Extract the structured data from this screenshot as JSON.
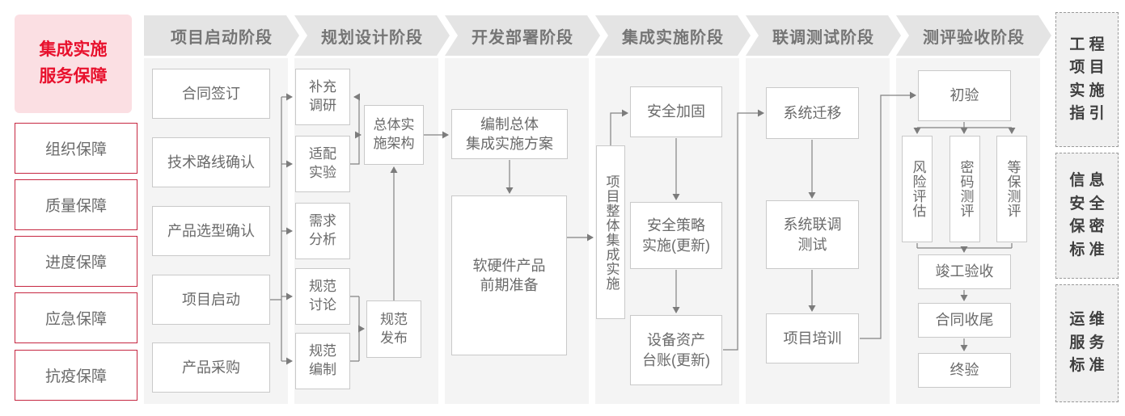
{
  "left_panel": {
    "title": "集成实施\n服务保障",
    "items": [
      {
        "label": "组织保障"
      },
      {
        "label": "质量保障"
      },
      {
        "label": "进度保障"
      },
      {
        "label": "应急保障"
      },
      {
        "label": "抗疫保障"
      }
    ]
  },
  "phases": [
    {
      "label": "项目启动阶段",
      "boxes": [
        {
          "label": "合同签订"
        },
        {
          "label": "技术路线确认"
        },
        {
          "label": "产品选型确认"
        },
        {
          "label": "项目启动"
        },
        {
          "label": "产品采购"
        }
      ]
    },
    {
      "label": "规划设计阶段",
      "boxes": [
        {
          "label": "补充\n调研"
        },
        {
          "label": "适配\n实验"
        },
        {
          "label": "需求\n分析"
        },
        {
          "label": "规范\n讨论"
        },
        {
          "label": "规范\n编制"
        },
        {
          "label": "总体实\n施架构"
        },
        {
          "label": "规范\n发布"
        }
      ]
    },
    {
      "label": "开发部署阶段",
      "boxes": [
        {
          "label": "编制总体\n集成实施方案"
        },
        {
          "label": "软硬件产品\n前期准备"
        }
      ]
    },
    {
      "label": "集成实施阶段",
      "boxes": [
        {
          "label": "项目整体集成实施"
        },
        {
          "label": "安全加固"
        },
        {
          "label": "安全策略\n实施(更新)"
        },
        {
          "label": "设备资产\n台账(更新)"
        }
      ]
    },
    {
      "label": "联调测试阶段",
      "boxes": [
        {
          "label": "系统迁移"
        },
        {
          "label": "系统联调\n测试"
        },
        {
          "label": "项目培训"
        }
      ]
    },
    {
      "label": "测评验收阶段",
      "boxes": [
        {
          "label": "初验"
        },
        {
          "label": "风险评估"
        },
        {
          "label": "密码测评"
        },
        {
          "label": "等保测评"
        },
        {
          "label": "竣工验收"
        },
        {
          "label": "合同收尾"
        },
        {
          "label": "终验"
        }
      ]
    }
  ],
  "right_panel": {
    "items": [
      {
        "label": "工 程\n项 目\n实 施\n指 引"
      },
      {
        "label": "信 息\n安 全\n保 密\n标 准"
      },
      {
        "label": "运 维\n服 务\n标 准"
      }
    ]
  },
  "colors": {
    "accent_red": "#e8112d",
    "accent_red_bg": "#fbdfe3",
    "red_border": "#c62741",
    "phase_header_bg": "#e4e4e4",
    "phase_header_text": "#757575",
    "panel_bg": "#f4f4f4",
    "node_border": "#c9c9c9",
    "node_text": "#6a6a6a",
    "connector": "#828282"
  }
}
